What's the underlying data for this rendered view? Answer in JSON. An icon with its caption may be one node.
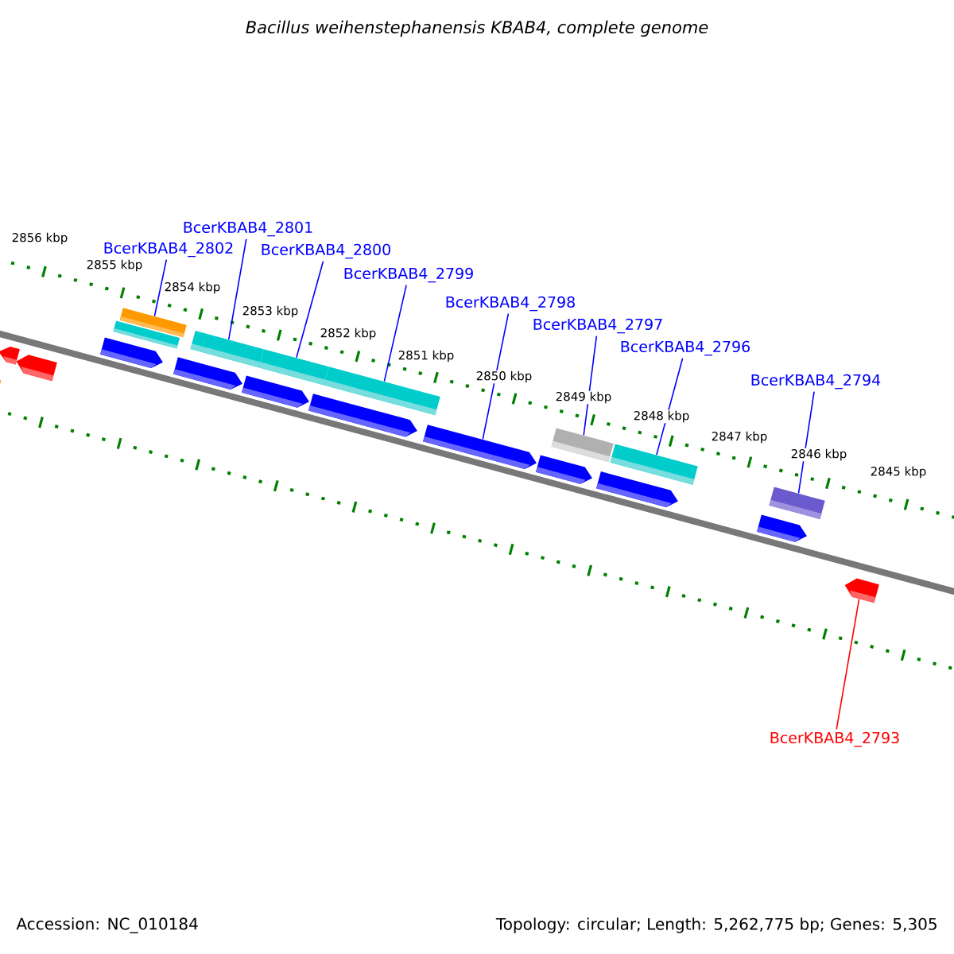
{
  "diagram": {
    "title": "Bacillus weihenstephanensis KBAB4, complete genome",
    "nodes": [
      {
        "text": [
          "BcerKBAB4_2802"
        ]
      },
      {
        "text": [
          "BcerKBAB4_2801"
        ]
      },
      {
        "text": [
          "BcerKBAB4_2800"
        ]
      },
      {
        "text": [
          "BcerKBAB4_2799"
        ]
      },
      {
        "text": [
          "BcerKBAB4_2798"
        ]
      },
      {
        "text": [
          "BcerKBAB4_2797"
        ]
      },
      {
        "text": [
          "BcerKBAB4_2796"
        ]
      },
      {
        "text": [
          "BcerKBAB4_2794"
        ]
      },
      {
        "text": [
          "BcerKBAB4_2793"
        ]
      },
      {
        "text": [],
        "shape": "bar"
      },
      {
        "text": [],
        "shape": "pentagon"
      },
      {
        "text": [],
        "shape": "pentagon"
      },
      {
        "text": [],
        "shape": "pentagon"
      },
      {
        "text": [],
        "shape": "bar"
      },
      {
        "text": [],
        "shape": "bar"
      },
      {
        "text": [],
        "shape": "pentagon"
      },
      {
        "text": [],
        "shape": "bar"
      },
      {
        "text": [],
        "shape": "pentagon"
      },
      {
        "text": [],
        "shape": "bar"
      },
      {
        "text": [],
        "shape": "pentagon"
      },
      {
        "text": [],
        "shape": "bar"
      },
      {
        "text": [],
        "shape": "pentagon"
      },
      {
        "text": [],
        "shape": "pentagon"
      },
      {
        "text": [],
        "shape": "bar"
      },
      {
        "text": [],
        "shape": "pentagon"
      },
      {
        "text": [],
        "shape": "bar"
      },
      {
        "text": [],
        "shape": "pentagon"
      },
      {
        "text": [],
        "shape": "bar"
      },
      {
        "text": [],
        "shape": "pentagon"
      }
    ],
    "edges": [
      {
        "from": 0,
        "to": 14,
        "arrow": "none"
      },
      {
        "from": 1,
        "to": 16,
        "arrow": "none"
      },
      {
        "from": 2,
        "to": 18,
        "arrow": "none"
      },
      {
        "from": 3,
        "to": 20,
        "arrow": "none"
      },
      {
        "from": 4,
        "to": 21,
        "arrow": "none"
      },
      {
        "from": 5,
        "to": 23,
        "arrow": "none"
      },
      {
        "from": 6,
        "to": 25,
        "arrow": "none"
      },
      {
        "from": 7,
        "to": 27,
        "arrow": "none"
      },
      {
        "from": 8,
        "to": 28,
        "arrow": "none",
        "color": "#ff0000"
      }
    ],
    "labels": [
      "2856 kbp",
      "2855 kbp",
      "2854 kbp",
      "2853 kbp",
      "2852 kbp",
      "2851 kbp",
      "2850 kbp",
      "2849 kbp",
      "2848 kbp",
      "2847 kbp",
      "2846 kbp",
      "2845 kbp",
      "Accession: NC_010184",
      "Topology: circular; Length: 5,262,775 bp; Genes: 5,305"
    ]
  }
}
